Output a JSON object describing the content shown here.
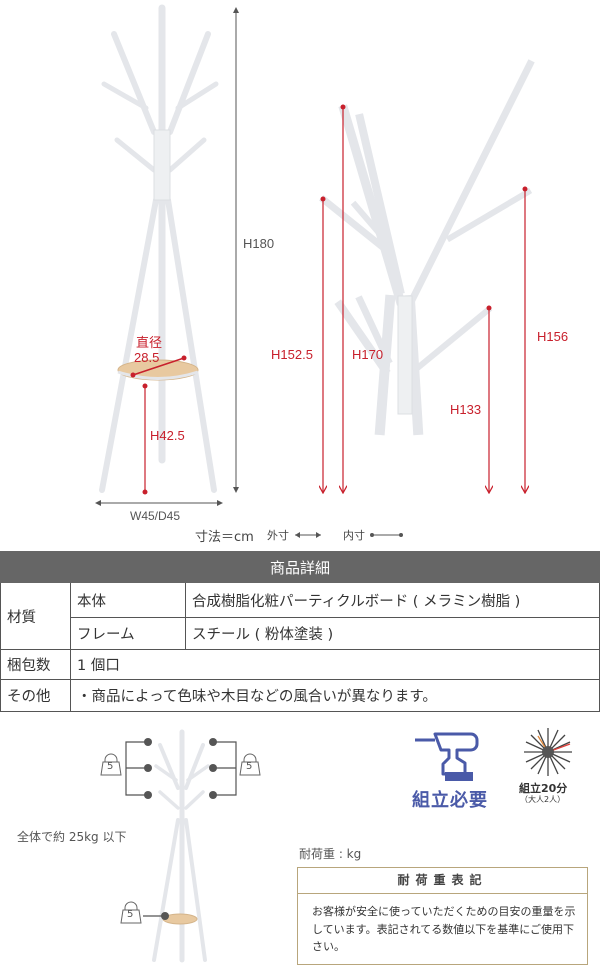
{
  "front_view": {
    "total_height": "H180",
    "shelf_diameter_label": "直径",
    "shelf_diameter_value": "28.5",
    "shelf_height": "H42.5",
    "footprint": "W45/D45"
  },
  "side_view": {
    "hook_heights": [
      "H152.5",
      "H170",
      "H133",
      "H156"
    ]
  },
  "units_legend": {
    "unit": "寸法＝cm",
    "outer": "外寸",
    "inner": "内寸"
  },
  "spec_table": {
    "title": "商品詳細",
    "rows": [
      {
        "label": "材質",
        "sub": "本体",
        "value": "合成樹脂化粧パーティクルボード ( メラミン樹脂 )"
      },
      {
        "label": "",
        "sub": "フレーム",
        "value": "スチール ( 粉体塗装 )"
      },
      {
        "label": "梱包数",
        "value": "1 個口"
      },
      {
        "label": "その他",
        "value": "・商品によって色味や木目などの風合いが異なります。"
      }
    ]
  },
  "load": {
    "hook_group_weight": "5",
    "shelf_weight": "5",
    "total": "全体で約 25kg 以下",
    "unit_label": "耐荷重 : kg"
  },
  "badges": {
    "assembly_required": "組立必要",
    "assembly_time": "組立20分",
    "assembly_people": "（大人2人）"
  },
  "notice": {
    "title": "耐荷重表記",
    "body": "お客様が安全に使っていただくための目安の重量を示しています。表記されてる数値以下を基準にご使用下さい。"
  },
  "colors": {
    "dimension_red": "#c8202c",
    "header_gray": "#666666",
    "assembly_blue": "#4a5aa8",
    "notice_border": "#b8a67c",
    "shelf_wood": "#e8c9a0"
  }
}
